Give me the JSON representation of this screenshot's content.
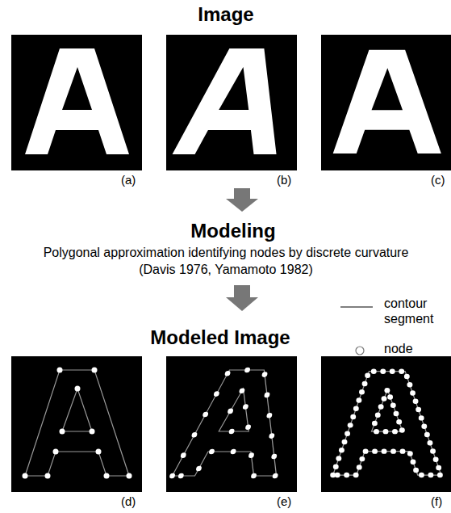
{
  "diagram": {
    "labels": [
      "Image",
      "Modeling",
      "Polygonal approximation identifying nodes by discrete curvature",
      "(Davis 1976, Yamamoto 1982)",
      "Modeled Image",
      "(a)",
      "(b)",
      "(c)",
      "(d)",
      "(e)",
      "(f)"
    ],
    "legend": [
      {
        "text": "contour segment"
      },
      {
        "text": "node"
      }
    ]
  }
}
